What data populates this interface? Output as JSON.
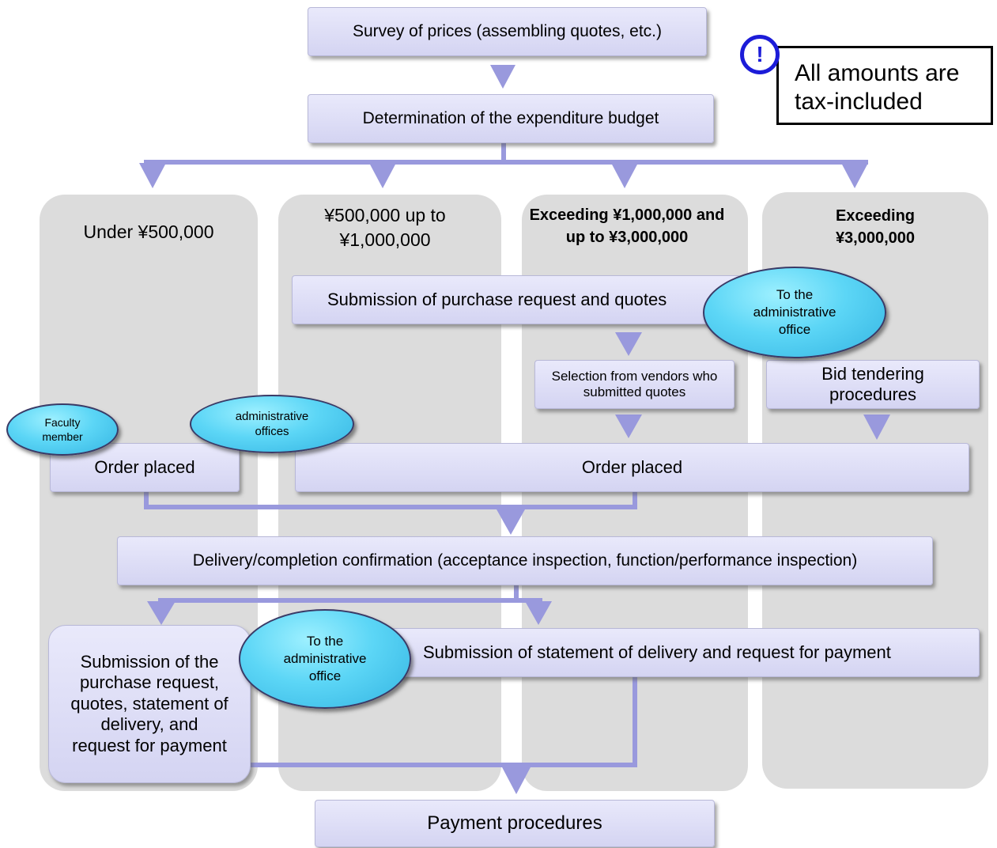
{
  "colors": {
    "column_bg": "#dcdcdc",
    "box_fill": "#dcdcf5",
    "connector": "#9999dd",
    "ellipse": "#5cd6f6",
    "notice_icon": "#1c1cd8"
  },
  "steps": {
    "survey": "Survey of prices (assembling quotes, etc.)",
    "budget": "Determination of the expenditure budget",
    "submission_quotes": "Submission of purchase request and quotes",
    "selection": "Selection from vendors who submitted quotes",
    "bid": "Bid tendering procedures",
    "order_left": "Order placed",
    "order_main": "Order placed",
    "delivery": "Delivery/completion confirmation (acceptance inspection, function/performance inspection)",
    "submission_all": "Submission of the purchase request, quotes, statement of delivery, and request for payment",
    "submission_statement": "Submission of statement of delivery and request for payment",
    "payment": "Payment procedures"
  },
  "columns": {
    "col1": "Under ¥500,000",
    "col2": "¥500,000 up to ¥1,000,000",
    "col3": "Exceeding ¥1,000,000 and up to ¥3,000,000",
    "col4": "Exceeding ¥3,000,000"
  },
  "callouts": {
    "faculty": "Faculty member",
    "admin_offices": "administrative offices",
    "to_admin_1": "To the administrative office",
    "to_admin_2": "To the administrative office"
  },
  "notice": {
    "icon": "exclamation-icon",
    "symbol": "!",
    "text": "All amounts are tax-included"
  }
}
